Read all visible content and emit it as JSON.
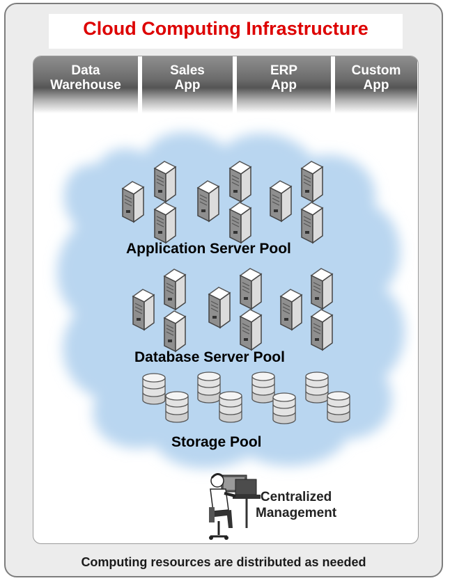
{
  "title": "Cloud Computing Infrastructure",
  "apps": [
    {
      "label": "Data\nWarehouse"
    },
    {
      "label": "Sales\nApp"
    },
    {
      "label": "ERP\nApp"
    },
    {
      "label": "Custom\nApp"
    }
  ],
  "pools": {
    "application": "Application Server Pool",
    "database": "Database Server Pool",
    "storage": "Storage Pool"
  },
  "management": "Centralized\nManagement",
  "footer": "Computing resources are distributed as needed",
  "colors": {
    "title": "#dd0000",
    "cloud": "#b9d6f0",
    "app_tab": "#5e5e5e"
  },
  "icons": {
    "server": "server-tower-icon",
    "storage": "database-disk-icon",
    "admin": "administrator-at-console-icon",
    "cloud": "cloud-shape-icon"
  }
}
